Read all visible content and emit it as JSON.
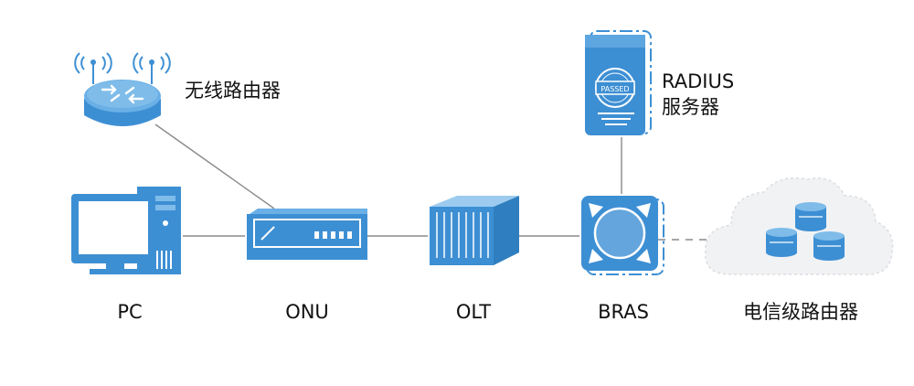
{
  "nodes": {
    "wireless_router": {
      "label": "无线路由器"
    },
    "radius_server": {
      "label_line1": "RADIUS",
      "label_line2": "服务器",
      "stamp": "PASSED"
    },
    "pc": {
      "label": "PC"
    },
    "onu": {
      "label": "ONU"
    },
    "olt": {
      "label": "OLT"
    },
    "bras": {
      "label": "BRAS"
    },
    "carrier_router": {
      "label": "电信级路由器"
    }
  },
  "colors": {
    "accent": "#3d8fd4",
    "line": "#8a8a8a",
    "cloud": "#f1f2f4"
  }
}
